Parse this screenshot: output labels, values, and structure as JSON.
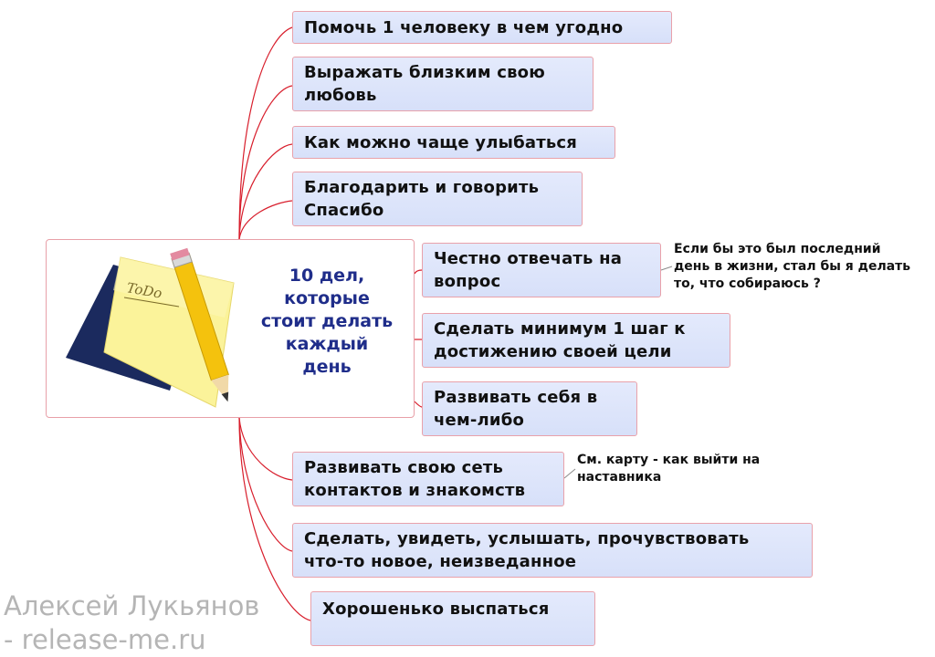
{
  "center": {
    "title": "10 дел,\nкоторые\nстоит делать\nкаждый\nдень",
    "illustration_label": "ToDo"
  },
  "topics": [
    {
      "label": "Помочь 1 человеку в чем угодно"
    },
    {
      "label": "Выражать близким свою\nлюбовь"
    },
    {
      "label": "Как можно чаще улыбаться"
    },
    {
      "label": "Благодарить и говорить\nСпасибо"
    },
    {
      "label": "Честно отвечать на\nвопрос"
    },
    {
      "label": "Сделать минимум 1 шаг к\nдостижению своей цели"
    },
    {
      "label": "Развивать себя в\nчем-либо"
    },
    {
      "label": "Развивать свою сеть\nконтактов и знакомств"
    },
    {
      "label": "Сделать, увидеть, услышать, прочувствовать\nчто-то новое, неизведанное"
    },
    {
      "label": "Хорошенько выспаться"
    }
  ],
  "notes": [
    {
      "label": "Если бы это был последний\nдень в жизни, стал бы я делать\nто, что собираюсь ?"
    },
    {
      "label": "См. карту - как выйти на\nнаставника"
    }
  ],
  "watermark": "Алексей Лукьянов\n- release-me.ru",
  "colors": {
    "connector": "#d81e2c",
    "topic_fill": "#dbe3fa",
    "topic_border": "#e9a1aa",
    "center_title": "#1f2d8a",
    "note_paper": "#fbf39a",
    "note_shadow": "#1b2a5e",
    "pencil": "#f4c20d",
    "watermark": "#b5b5b5"
  }
}
